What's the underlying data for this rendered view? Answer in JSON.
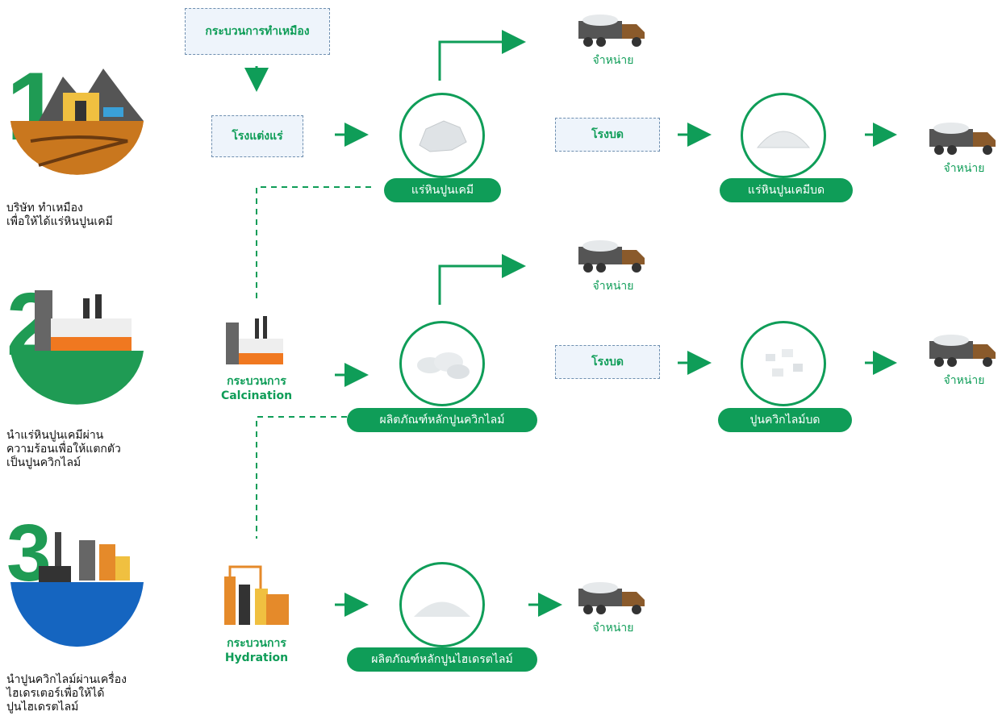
{
  "steps": [
    {
      "number": "1",
      "description_lines": [
        "บริษัท ทำเหมือง",
        "เพื่อให้ได้แร่หินปูนเคมี"
      ]
    },
    {
      "number": "2",
      "description_lines": [
        "นำแร่หินปูนเคมีผ่าน",
        "ความร้อนเพื่อให้แตกตัว",
        "เป็นปูนควิกไลม์"
      ]
    },
    {
      "number": "3",
      "description_lines": [
        "นำปูนควิกไลม์ผ่านเครื่อง",
        "ไฮเดรเตอร์เพื่อให้ได้",
        "ปูนไฮเดรตไลม์"
      ]
    }
  ],
  "boxes": {
    "mining": "กระบวนการทำเหมือง",
    "processing_plant": "โรงแต่งแร่",
    "grinding_plant_1": "โรงบด",
    "grinding_plant_2": "โรงบด"
  },
  "processes": {
    "calcination": [
      "กระบวนการ",
      "Calcination"
    ],
    "hydration": [
      "กระบวนการ",
      "Hydration"
    ]
  },
  "products": {
    "limestone": "แร่หินปูนเคมี",
    "ground_limestone": "แร่หินปูนเคมีบด",
    "quicklime": "ผลิตภัณฑ์หลักปูนควิกไลม์",
    "ground_quicklime": "ปูนควิกไลม์บด",
    "hydrated_lime": "ผลิตภัณฑ์หลักปูนไฮเดรตไลม์"
  },
  "sell_label": "จำหน่าย",
  "colors": {
    "accent": "#0f9d58",
    "soil": "#c9771e",
    "green_ground": "#1f9b54",
    "blue_ground": "#1565c0",
    "truck": "#8a5a2b"
  }
}
